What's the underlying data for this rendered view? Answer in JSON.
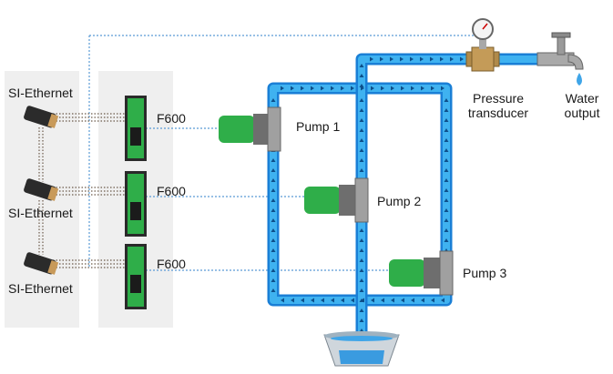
{
  "labels": {
    "si_ethernet_1": "SI-Ethernet",
    "si_ethernet_2": "SI-Ethernet",
    "si_ethernet_3": "SI-Ethernet",
    "f600_1": "F600",
    "f600_2": "F600",
    "f600_3": "F600",
    "pump_1": "Pump 1",
    "pump_2": "Pump 2",
    "pump_3": "Pump 3",
    "pressure_transducer": "Pressure transducer",
    "water_output": "Water output"
  },
  "colors": {
    "pipe_outer": "#1a7fd6",
    "pipe_inner": "#3fb2f0",
    "pipe_arrow": "#0d4f8a",
    "signal_line": "#5b9bd5",
    "device_green": "#2fae49",
    "panel_bg": "#efefef",
    "brass": "#b08a4a"
  }
}
